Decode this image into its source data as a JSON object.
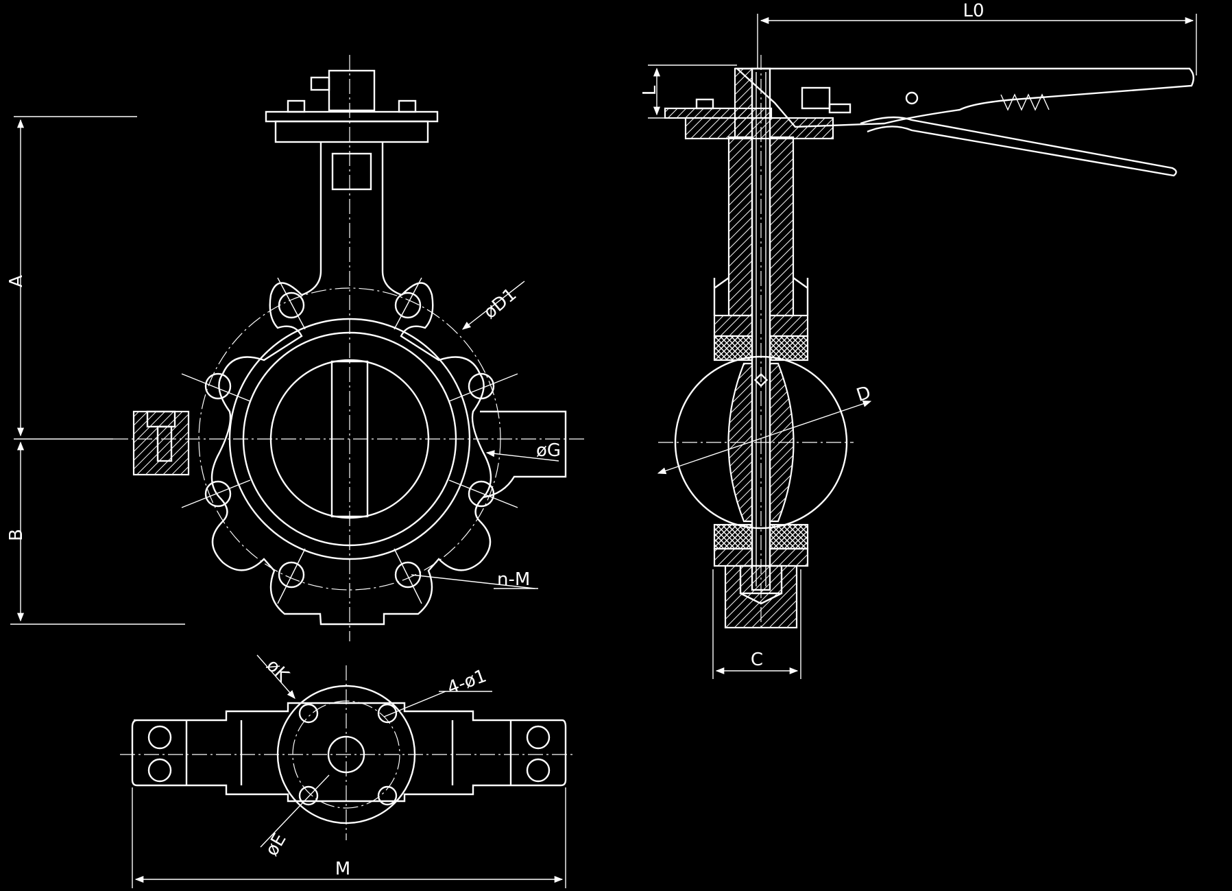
{
  "labels": {
    "dim_a": "A",
    "dim_b": "B",
    "dim_d1": "øD1",
    "dim_g": "øG",
    "dim_n_m": "n-M",
    "dim_k": "øK",
    "dim_4_d1": "4-ø1",
    "dim_e": "øE",
    "dim_m": "M",
    "dim_l0": "L0",
    "dim_l": "L",
    "dim_d": "D",
    "dim_c": "C"
  },
  "colors": {
    "background": "#000000",
    "line": "#ffffff"
  }
}
